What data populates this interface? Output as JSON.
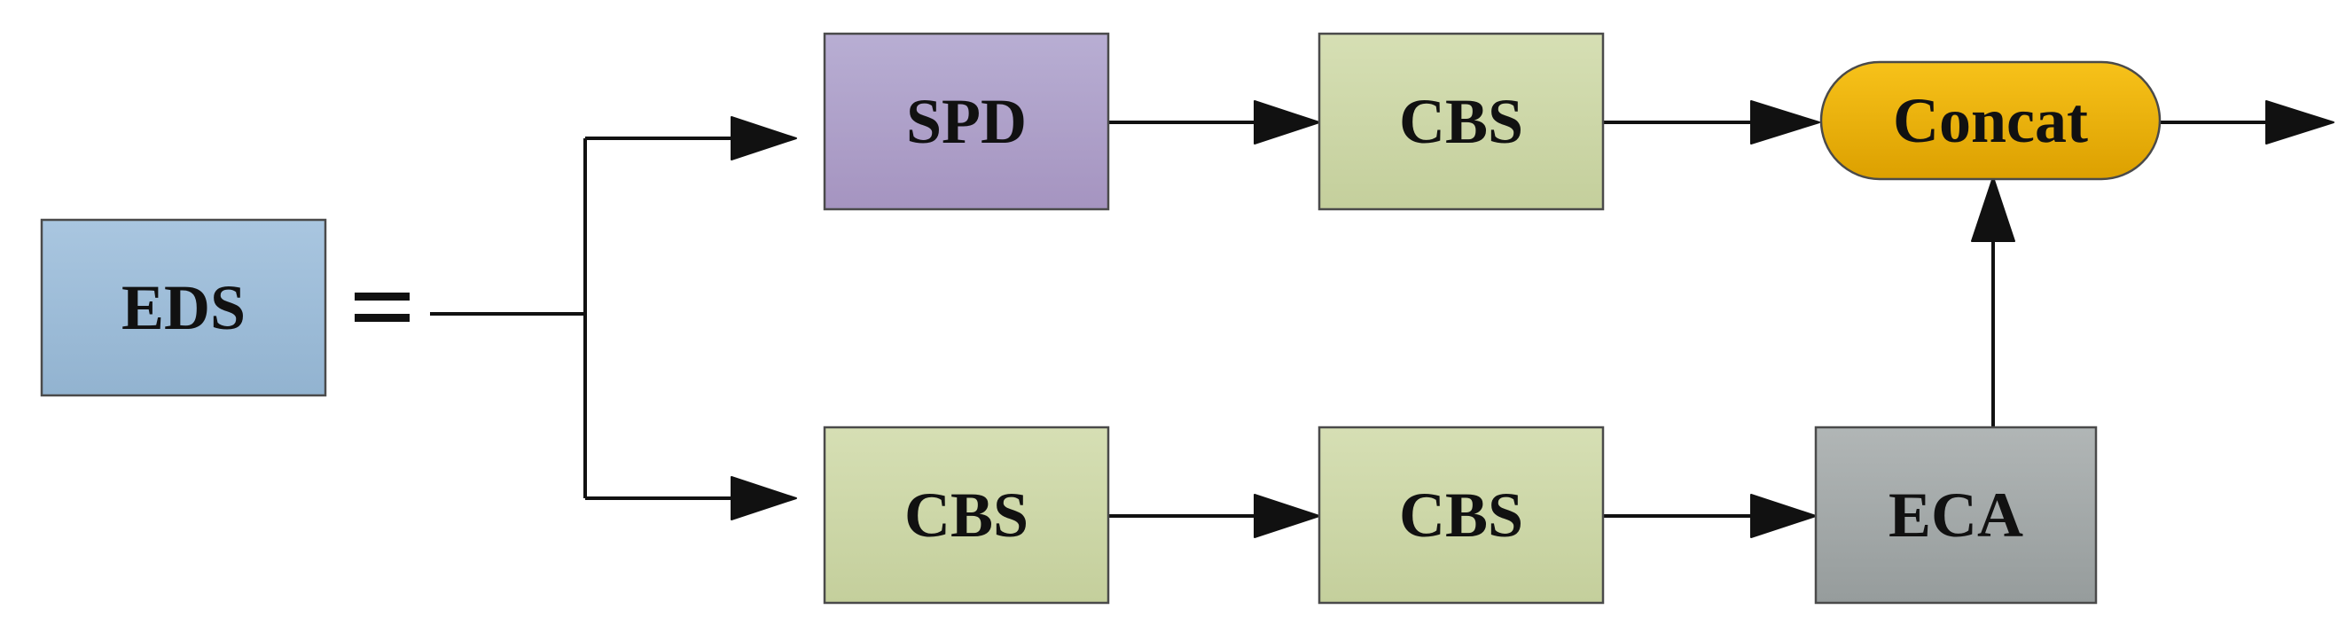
{
  "blocks": {
    "eds": {
      "label": "EDS",
      "color": "#9dbdd8"
    },
    "equals": {
      "label": "="
    },
    "spd": {
      "label": "SPD",
      "color": "#ad9ec5"
    },
    "cbs_top": {
      "label": "CBS",
      "color": "#cbd5a6"
    },
    "concat": {
      "label": "Concat",
      "color": "#e9ab00"
    },
    "cbs_bottom_1": {
      "label": "CBS",
      "color": "#cbd5a6"
    },
    "cbs_bottom_2": {
      "label": "CBS",
      "color": "#cbd5a6"
    },
    "eca": {
      "label": "ECA",
      "color": "#a3a8a8"
    }
  },
  "edges": [
    {
      "from": "input",
      "to": "spd"
    },
    {
      "from": "input",
      "to": "cbs_bottom_1"
    },
    {
      "from": "spd",
      "to": "cbs_top"
    },
    {
      "from": "cbs_top",
      "to": "concat"
    },
    {
      "from": "cbs_bottom_1",
      "to": "cbs_bottom_2"
    },
    {
      "from": "cbs_bottom_2",
      "to": "eca"
    },
    {
      "from": "eca",
      "to": "concat"
    },
    {
      "from": "concat",
      "to": "output"
    }
  ]
}
